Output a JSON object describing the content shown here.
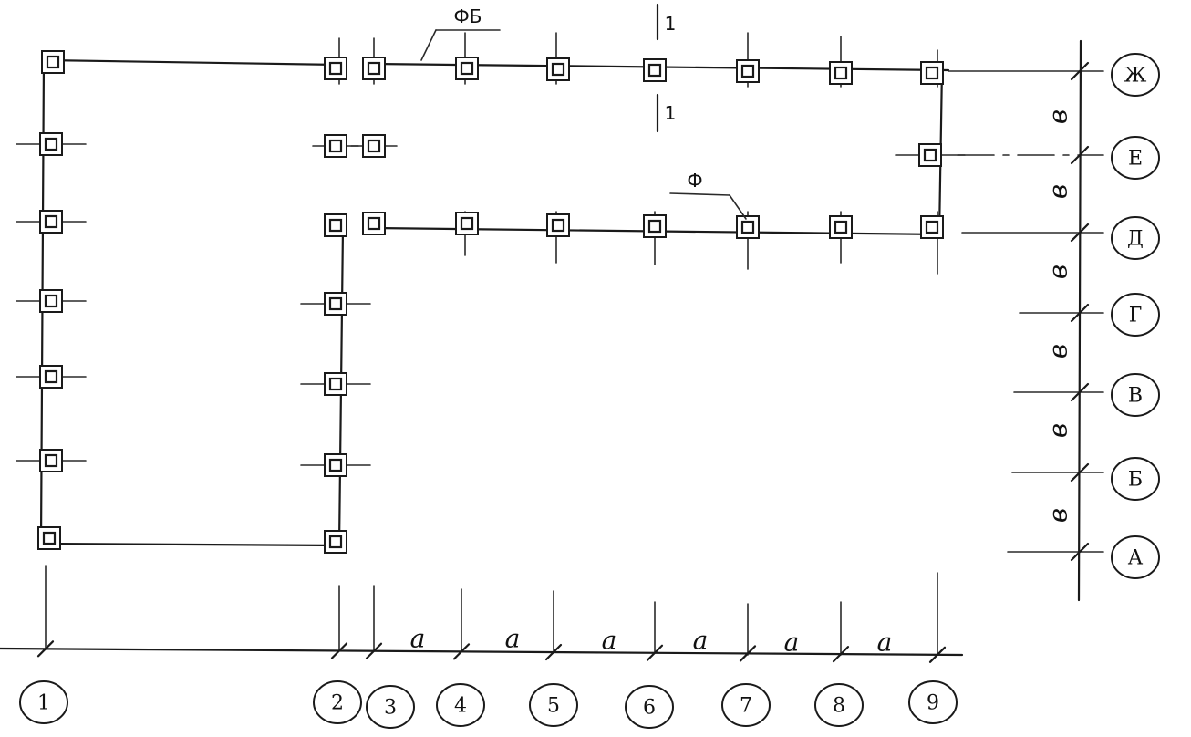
{
  "grid": {
    "columns": [
      "1",
      "2",
      "3",
      "4",
      "5",
      "6",
      "7",
      "8",
      "9"
    ],
    "rows": [
      "А",
      "Б",
      "В",
      "Г",
      "Д",
      "Е",
      "Ж"
    ],
    "column_spacing_label": "a",
    "row_spacing_label": "в"
  },
  "annotations": {
    "section_mark": "1",
    "foundation_beam_label": "ФБ",
    "foundation_label": "Ф"
  }
}
